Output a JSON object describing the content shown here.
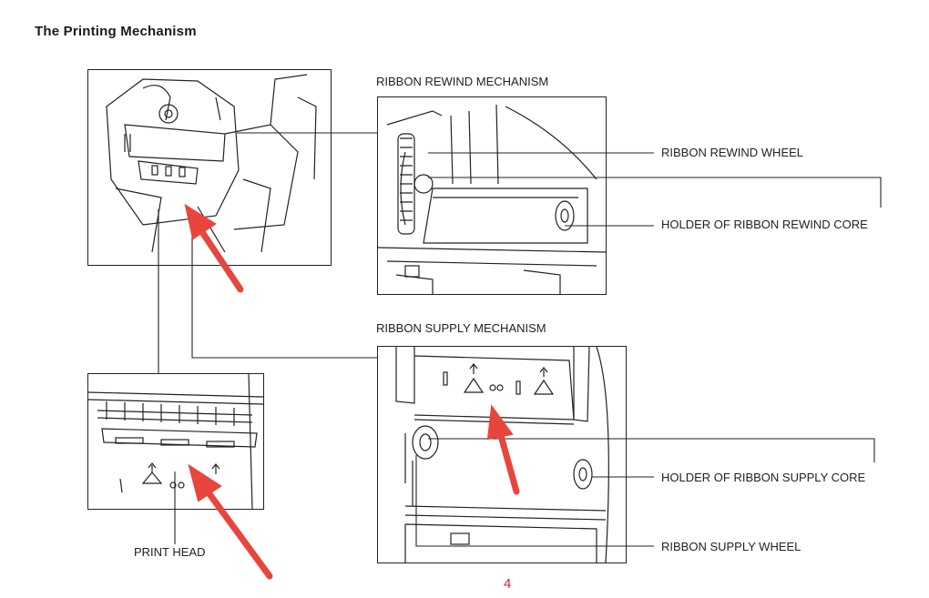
{
  "page": {
    "title": "The Printing Mechanism",
    "page_number": "4"
  },
  "labels": {
    "ribbon_rewind_mechanism": "RIBBON REWIND MECHANISM",
    "ribbon_rewind_wheel": "RIBBON REWIND WHEEL",
    "holder_ribbon_rewind_core": "HOLDER OF RIBBON REWIND CORE",
    "ribbon_supply_mechanism": "RIBBON SUPPLY MECHANISM",
    "holder_ribbon_supply_core": "HOLDER OF RIBBON SUPPLY CORE",
    "ribbon_supply_wheel": "RIBBON SUPPLY WHEEL",
    "print_head": "PRINT HEAD"
  },
  "colors": {
    "arrow": "#e8453c",
    "page_number": "#c8283c",
    "line": "#222222"
  }
}
